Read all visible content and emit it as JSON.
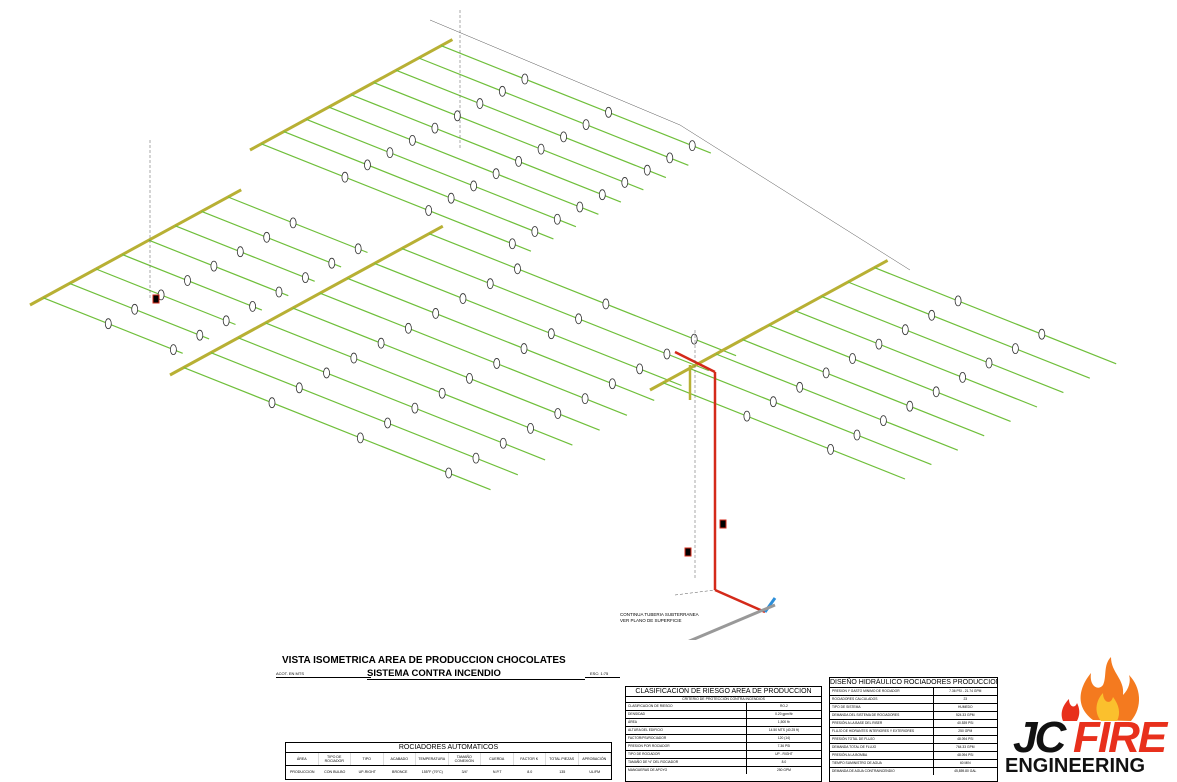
{
  "drawing": {
    "title_main": "VISTA ISOMETRICA AREA DE PRODUCCION CHOCOLATES",
    "title_sub": "SISTEMA CONTRA INCENDIO",
    "reference": "ACOT. EN MTS",
    "scale": "ESC: 1:75",
    "note_line1": "CONTINUA TUBERIA SUBTERRANEA",
    "note_line2": "VER PLANO DE SUPERFICIE",
    "colors": {
      "branch_pipe": "#6fbf3a",
      "main_pipe": "#b8b034",
      "riser_pipe": "#d42a1a",
      "underground": "#2d8fd9",
      "sprinkler": "#333333"
    }
  },
  "sprinkler_table": {
    "title": "ROCIADORES AUTOMATICOS",
    "headers": [
      "ÁREA",
      "TIPO DE ROCIADOR",
      "TIPO",
      "ACABADO",
      "TEMPERATURA",
      "TAMAÑO CONEXIÓN",
      "CUERDA",
      "FACTOR K",
      "TOTAL PIEZAS",
      "APROBACIÓN"
    ],
    "row": [
      "PRODUCCION",
      "CON BULBO",
      "UP-RIGHT",
      "BRONCE",
      "155°F (79°C)",
      "3/4\"",
      "N.P.T",
      "8.0",
      "135",
      "UL/FM"
    ]
  },
  "risk_table": {
    "title": "CLASIFICACION DE RIESGO AREA DE PRODUCCION",
    "subtitle": "CRITERIO DE PROTECCIÓN CONTRA INCENDIOS",
    "rows": [
      [
        "CLASIFICACION DE RIESGO",
        "RO-2"
      ],
      [
        "DENSIDAD",
        "0.20 gpm/ft²"
      ],
      [
        "ÁREA",
        "1,500 ft²"
      ],
      [
        "ALTURA DEL EDIFICIO",
        "14.50 MTS (40.25 ft)"
      ],
      [
        "FACTOR/PSI/ROCIADOR",
        "120 (14)"
      ],
      [
        "PRESION POR ROCIADOR",
        "7.36 PSI"
      ],
      [
        "TIPO DE ROCIADOR",
        "UP - RIGHT"
      ],
      [
        "TAMAÑO DE ½\" DEL ROCIADOR",
        "8.0"
      ],
      [
        "MANGUERAS DE APOYO",
        "250 GPM"
      ]
    ]
  },
  "hydraulic_table": {
    "title": "DISEÑO HIDRÁULICO ROCIADORES PRODUCCION",
    "rows": [
      [
        "PRESION Y GASTO MINIMO DE ROCIADOR",
        "7.36 PSI - 21.74 GPM"
      ],
      [
        "ROCIADORES CALCULADOS",
        "23"
      ],
      [
        "TIPO DE SISTEMA",
        "HUMEDO"
      ],
      [
        "DEMANDA DEL SISTEMA DE ROCIADORES",
        "524.33 GPM"
      ],
      [
        "PRESIÓN A LA BASE DEL RISER",
        "40.539 PSI"
      ],
      [
        "FLUJO DE HIDRANTES INTERIORES Y EXTERIORES",
        "250 GPM"
      ],
      [
        "PRESIÓN TOTAL DE FLUJO",
        "48.094 PSI"
      ],
      [
        "DEMANDA TOTAL DE FLUJO",
        "764.33 GPM"
      ],
      [
        "PRESIÓN A LA BOMBA",
        "48.094 PSI"
      ],
      [
        "TIEMPO SUMINISTRO DE AGUA",
        "60 MIN"
      ],
      [
        "DEMANDA DE AGUA CONTRAINCENDIO",
        "45,859.80 GAL"
      ]
    ]
  },
  "logo": {
    "part1": "JC",
    "part2": "FIRE",
    "part3": "ENGINEERING"
  }
}
